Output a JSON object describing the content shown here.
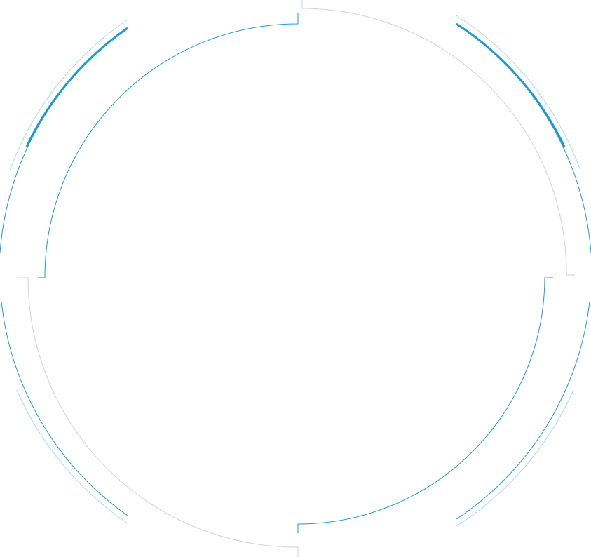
{
  "colors": {
    "background": "#ffffff",
    "primary_blue": "#1a9ad6",
    "light_blue": "#a9d8f2",
    "lavender": "#cfcfe6"
  },
  "decoration": {
    "kind": "concentric-segmented-ring-frame",
    "segments": [
      {
        "name": "inner-ring-top-left",
        "stroke": "primary_blue"
      },
      {
        "name": "inner-ring-bottom-right",
        "stroke": "primary_blue"
      },
      {
        "name": "lavender-ring-top-right",
        "stroke": "lavender"
      },
      {
        "name": "lavender-ring-bottom-left",
        "stroke": "lavender"
      },
      {
        "name": "outer-ring-left-thin",
        "stroke": "primary_blue"
      },
      {
        "name": "outer-ring-right-thin",
        "stroke": "primary_blue"
      },
      {
        "name": "outer-accent-top-left",
        "stroke": "primary_blue"
      },
      {
        "name": "outer-accent-top-right",
        "stroke": "primary_blue"
      },
      {
        "name": "faint-arc-top-left",
        "stroke": "light_blue"
      },
      {
        "name": "faint-arc-top-right",
        "stroke": "light_blue"
      },
      {
        "name": "faint-arc-bottom-left",
        "stroke": "light_blue"
      },
      {
        "name": "faint-arc-bottom-right",
        "stroke": "light_blue"
      }
    ]
  }
}
